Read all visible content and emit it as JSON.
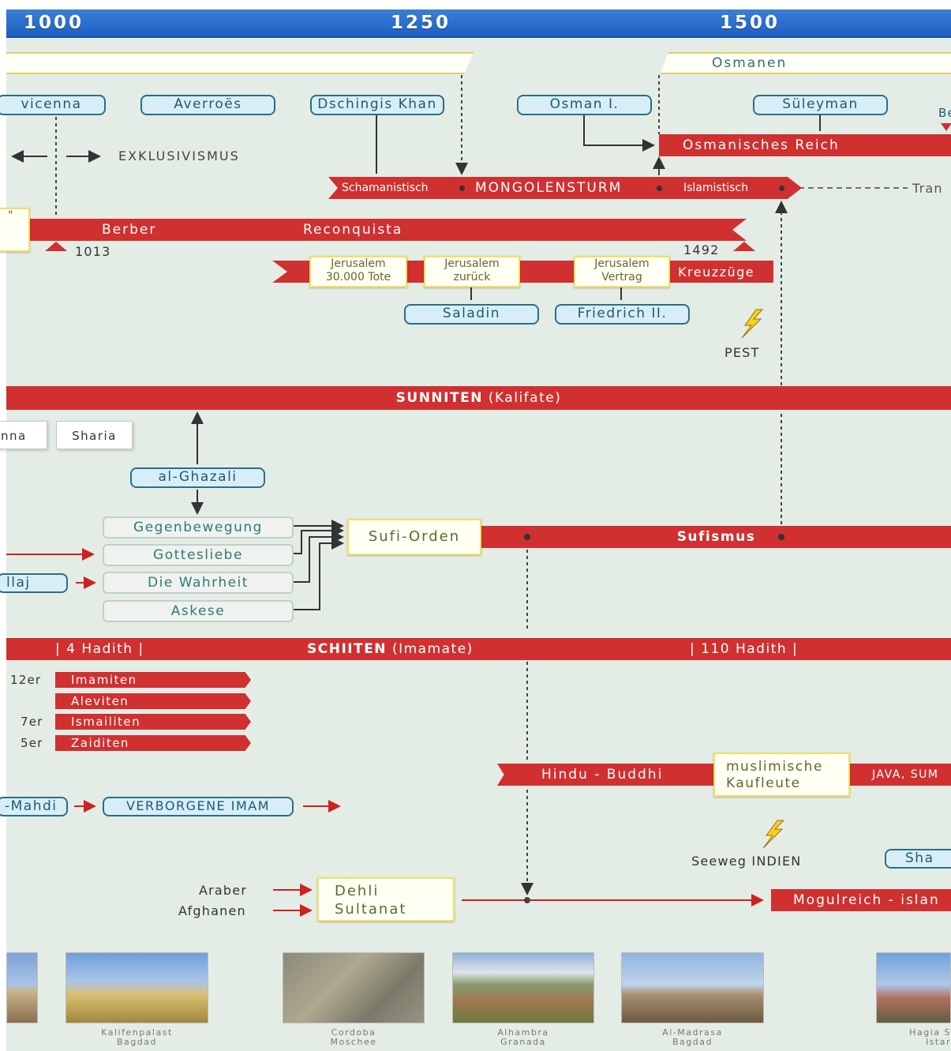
{
  "years": [
    "1000",
    "1250",
    "1500"
  ],
  "top_banner": {
    "right_label": "Osmanen"
  },
  "people_top": [
    "vicenna",
    "Averroës",
    "Dschingis Khan",
    "Osman I.",
    "Süleyman",
    "Be"
  ],
  "exklusivismus": "EXKLUSIVISMUS",
  "osmanisches_reich": "Osmanisches Reich",
  "mongol": {
    "left": "Schamanistisch",
    "center": "MONGOLENSTURM",
    "right": "Islamistisch",
    "trans": "Tran"
  },
  "row_berber": {
    "quote": "\"",
    "berber": "Berber",
    "reconquista": "Reconquista",
    "year_left": "1013",
    "year_right": "1492"
  },
  "kreuzzuege": {
    "label": "Kreuzzüge",
    "boxes": [
      {
        "line1": "Jerusalem",
        "line2": "30.000 Tote"
      },
      {
        "line1": "Jerusalem",
        "line2": "zurück"
      },
      {
        "line1": "Jerusalem",
        "line2": "Vertrag"
      }
    ],
    "persons": [
      "Saladin",
      "Friedrich II."
    ]
  },
  "pest": "PEST",
  "sunniten": {
    "bold": "SUNNITEN",
    "rest": "(Kalifate)"
  },
  "tabs": [
    "nna",
    "Sharia"
  ],
  "ghazali": "al-Ghazali",
  "sufi": {
    "items": [
      "Gegenbewegung",
      "Gottesliebe",
      "Die Wahrheit",
      "Askese"
    ],
    "orden": "Sufi-Orden",
    "band": "Sufismus",
    "hallaj": "llaj"
  },
  "schiiten": {
    "left": "| 4 Hadith |",
    "bold": "SCHIITEN",
    "rest": "(Imamate)",
    "right": "| 110 Hadith |"
  },
  "schia_groups": [
    {
      "num": "12er",
      "name": "Imamiten"
    },
    {
      "num": "",
      "name": "Aleviten"
    },
    {
      "num": "7er",
      "name": "Ismailiten"
    },
    {
      "num": "5er",
      "name": "Zaiditen"
    }
  ],
  "hindu": {
    "left": "Hindu - Buddhi",
    "box_line1": "muslimische",
    "box_line2": "Kaufleute",
    "right": "JAVA, SUM"
  },
  "mahdi": "-Mahdi",
  "verborgene": "VERBORGENE IMAM",
  "seeweg": "Seeweg INDIEN",
  "sha": "Sha",
  "araber": "Araber",
  "afghanen": "Afghanen",
  "dehli": {
    "line1": "Dehli",
    "line2": "Sultanat"
  },
  "mogul": "Mogulreich - islan",
  "captions": [
    {
      "line1": "Kalifenpalast",
      "line2": "Bagdad"
    },
    {
      "line1": "Cordoba",
      "line2": "Moschee"
    },
    {
      "line1": "Alhambra",
      "line2": "Granada"
    },
    {
      "line1": "Al-Madrasa",
      "line2": "Bagdad"
    },
    {
      "line1": "Hagia S",
      "line2": "Istar"
    }
  ],
  "colors": {
    "red": "#d03030",
    "blue": "#1e5fc2",
    "teal": "#2a6f86",
    "bg": "#e4ece6"
  }
}
